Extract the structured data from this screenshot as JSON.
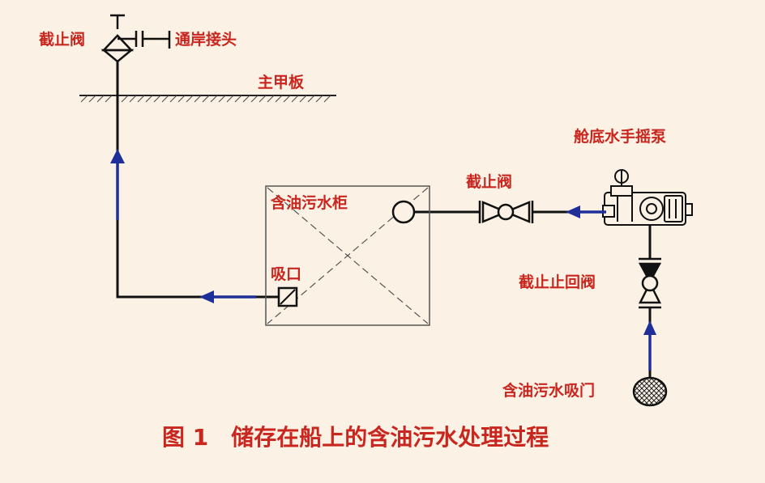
{
  "labels": {
    "top_stop_valve": "截止阀",
    "shore_connection": "通岸接头",
    "main_deck": "主甲板",
    "bilge_hand_pump": "舱底水手摇泵",
    "oily_water_tank": "含油污水柜",
    "stop_valve": "截止阀",
    "suction_port": "吸口",
    "stop_check_valve": "截止止回阀",
    "oily_water_suction_strainer": "含油污水吸门"
  },
  "caption": {
    "number": "图 1",
    "title": "储存在船上的含油污水处理过程"
  },
  "colors": {
    "background": "#fbf1e4",
    "label": "#c8261e",
    "pipe": "#111111",
    "flow_arrow": "#1f2f9a"
  }
}
